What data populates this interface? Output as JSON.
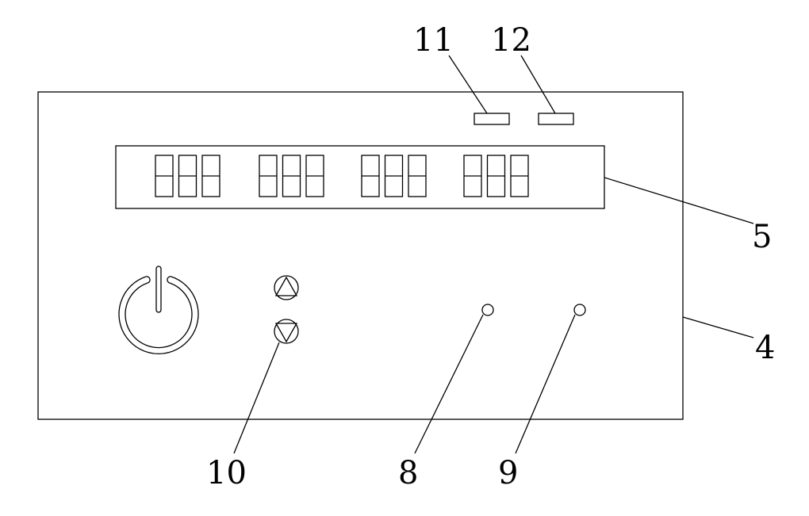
{
  "labels": {
    "panel": "4",
    "display": "5",
    "indicator_8": "8",
    "indicator_9": "9",
    "arrow_buttons": "10",
    "indicator_11": "11",
    "indicator_12": "12"
  },
  "display": {
    "digit_groups": 4,
    "digits_per_group": 3
  },
  "colors": {
    "line": "#000000",
    "background": "#ffffff"
  }
}
